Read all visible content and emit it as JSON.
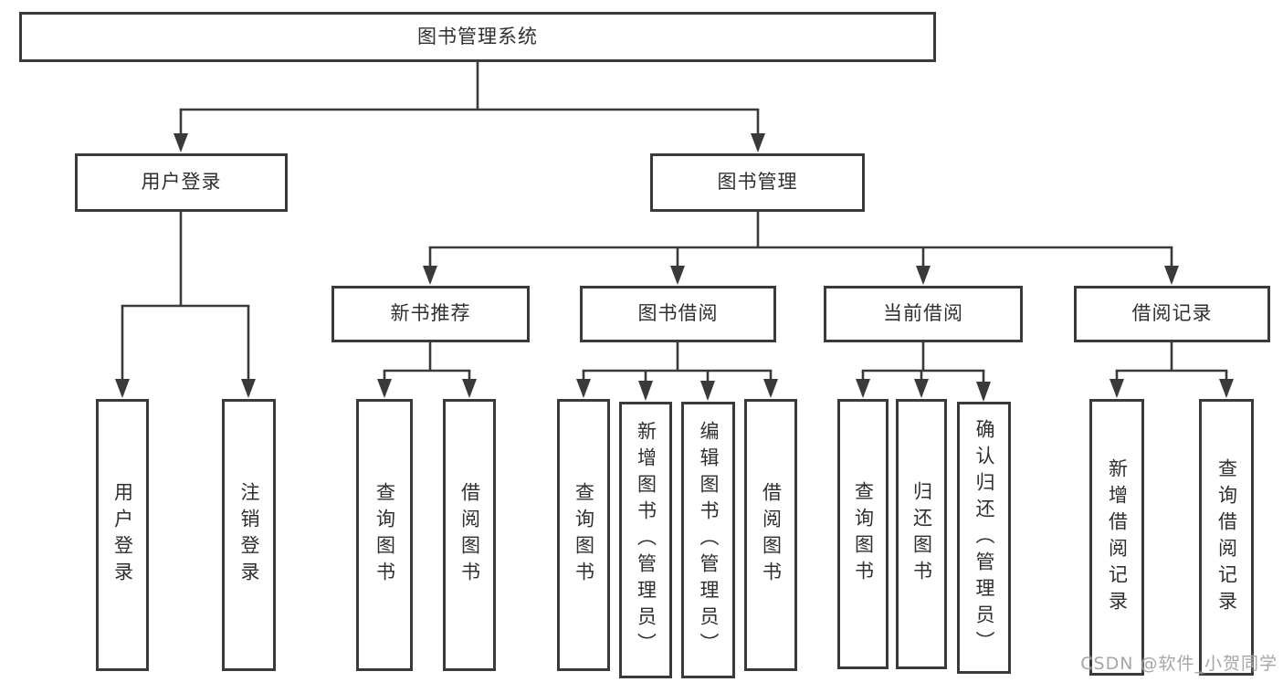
{
  "tree": {
    "root": "图书管理系统",
    "branches": [
      {
        "label": "用户登录",
        "leaves": [
          "用户登录",
          "注销登录"
        ]
      },
      {
        "label": "图书管理",
        "groups": [
          {
            "label": "新书推荐",
            "leaves": [
              "查询图书",
              "借阅图书"
            ]
          },
          {
            "label": "图书借阅",
            "leaves": [
              "查询图书",
              "新增图书（管理员）",
              "编辑图书（管理员）",
              "借阅图书"
            ]
          },
          {
            "label": "当前借阅",
            "leaves": [
              "查询图书",
              "归还图书",
              "确认归还（管理员）"
            ]
          },
          {
            "label": "借阅记录",
            "leaves": [
              "新增借阅记录",
              "查询借阅记录"
            ]
          }
        ]
      }
    ]
  },
  "colors": {
    "line": "#3a3a3a",
    "box_border": "#3a3a3a",
    "box_fill": "#ffffff",
    "text": "#2f2f2f",
    "watermark": "#969696"
  },
  "watermark": "CSDN @软件_小贺同学"
}
